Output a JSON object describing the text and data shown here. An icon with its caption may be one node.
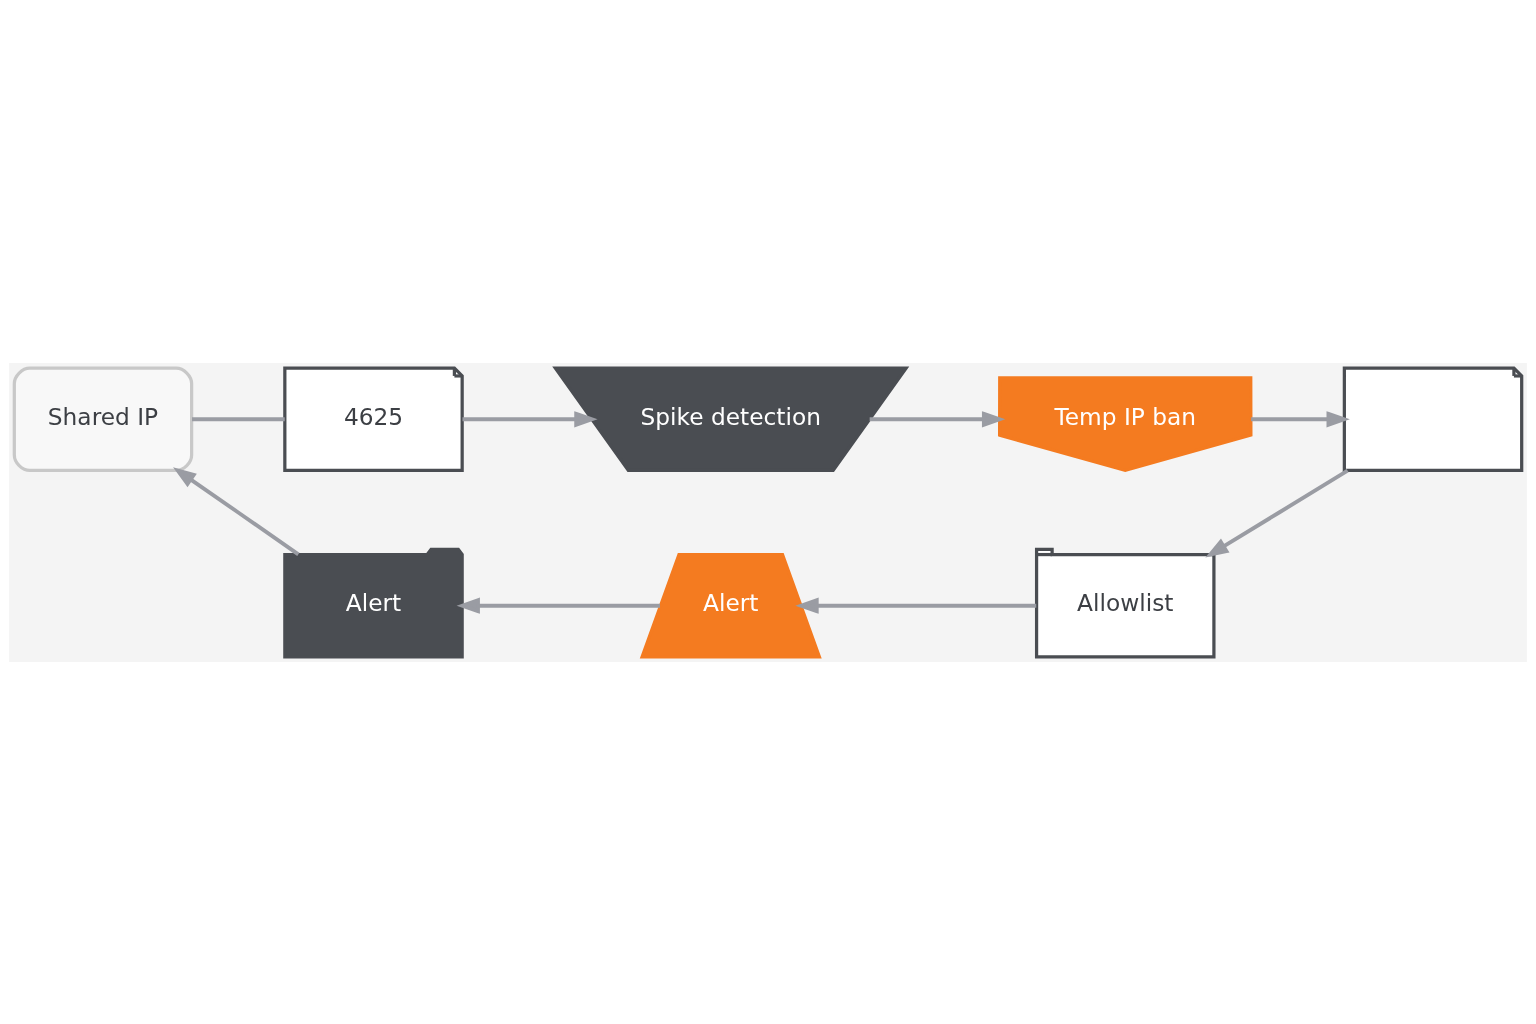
{
  "diagram": {
    "nodes": [
      {
        "text": [
          "4625"
        ]
      },
      {
        "text": [
          "Spike detection"
        ]
      },
      {
        "text": [
          "Temp IP ban"
        ]
      },
      {
        "text": [],
        "shape": "picture"
      },
      {
        "text": [
          "Allowlist"
        ]
      },
      {
        "text": [
          "Alert"
        ]
      },
      {
        "text": [
          "Alert"
        ]
      },
      {
        "text": [
          "Shared IP"
        ]
      }
    ],
    "edges": [
      {
        "from": 0,
        "to": 1,
        "arrow": "to"
      },
      {
        "from": 1,
        "to": 2,
        "arrow": "to"
      },
      {
        "from": 2,
        "to": 3,
        "arrow": "to"
      },
      {
        "from": 3,
        "to": 4,
        "arrow": "to"
      },
      {
        "from": 4,
        "to": 5,
        "arrow": "to"
      },
      {
        "from": 5,
        "to": 6,
        "arrow": "to"
      },
      {
        "from": 6,
        "to": 7,
        "arrow": "to"
      },
      {
        "from": 7,
        "to": 0,
        "arrow": "none"
      }
    ]
  }
}
